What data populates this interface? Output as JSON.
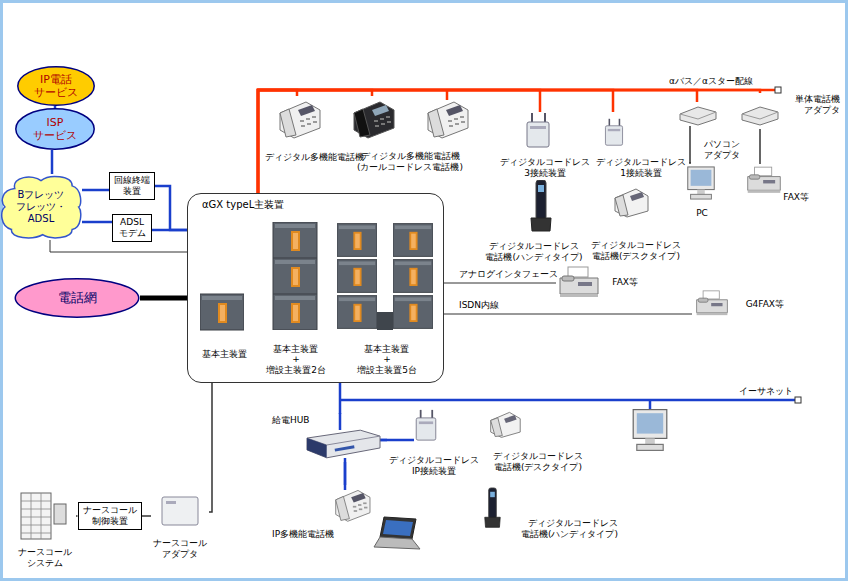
{
  "diagram": {
    "nodes": [
      {
        "text": [
          "IP電話 サービス"
        ]
      },
      {
        "text": [
          "ISP サービス"
        ]
      },
      {
        "text": [
          "Bフレッツ フレッツ・ ADSL"
        ]
      },
      {
        "text": [
          "回線終端 装置"
        ]
      },
      {
        "text": [
          "ADSL モデム"
        ]
      },
      {
        "text": [
          "電話網"
        ]
      },
      {
        "text": [
          "αGX typeL主装置"
        ]
      },
      {
        "text": [
          "基本主装置"
        ],
        "in": 6
      },
      {
        "text": [
          "基本主装置 + 増設主装置2台"
        ],
        "in": 6
      },
      {
        "text": [
          "基本主装置 + 増設主装置5台"
        ],
        "in": 6
      },
      {
        "text": [
          "ディジタル多機能電話機"
        ]
      },
      {
        "text": [
          "ディジタル多機能電話機 (カールコードレス電話機)"
        ]
      },
      {
        "text": [
          "ディジタルコードレス 3接続装置"
        ]
      },
      {
        "text": [
          "ディジタルコードレス 1接続装置"
        ]
      },
      {
        "text": [
          "パソコン アダプタ"
        ]
      },
      {
        "text": [
          "単体電話機 アダプタ"
        ]
      },
      {
        "text": [
          "PC"
        ]
      },
      {
        "text": [
          "FAX等"
        ]
      },
      {
        "text": [
          "ディジタルコードレス 電話機(ハンディタイプ)"
        ]
      },
      {
        "text": [
          "ディジタルコードレス 電話機(デスクタイプ)"
        ]
      },
      {
        "text": [
          "FAX等"
        ]
      },
      {
        "text": [
          "G4FAX等"
        ]
      },
      {
        "text": [
          "給電HUB"
        ]
      },
      {
        "text": [
          "ディジタルコードレス IP接続装置"
        ]
      },
      {
        "text": [
          "ディジタルコードレス 電話機(デスクタイプ)"
        ]
      },
      {
        "text": [
          "ディジタルコードレス 電話機(ハンディタイプ)"
        ]
      },
      {
        "text": [
          "IP多機能電話機"
        ]
      },
      {
        "text": [
          "ナースコール システム"
        ]
      },
      {
        "text": [
          "ナースコール 制御装置"
        ]
      },
      {
        "text": [
          "ナースコール アダプタ"
        ]
      }
    ],
    "edges": [
      {
        "from": 0,
        "to": 1,
        "arrow": "none"
      },
      {
        "from": 1,
        "to": 2,
        "arrow": "none"
      },
      {
        "from": 2,
        "to": 3,
        "arrow": "none"
      },
      {
        "from": 2,
        "to": 4,
        "arrow": "none"
      },
      {
        "from": 2,
        "to": 6,
        "arrow": "none"
      },
      {
        "from": 3,
        "to": 6,
        "arrow": "none"
      },
      {
        "from": 4,
        "to": 6,
        "arrow": "none"
      },
      {
        "from": 5,
        "to": 6,
        "arrow": "none"
      },
      {
        "from": 6,
        "to": 10,
        "arrow": "none"
      },
      {
        "from": 6,
        "to": 11,
        "arrow": "none"
      },
      {
        "from": 6,
        "to": 12,
        "arrow": "none"
      },
      {
        "from": 6,
        "to": 13,
        "arrow": "none"
      },
      {
        "from": 6,
        "to": 14,
        "arrow": "none"
      },
      {
        "from": 6,
        "to": 15,
        "arrow": "none"
      },
      {
        "from": 14,
        "to": 16,
        "arrow": "none"
      },
      {
        "from": 15,
        "to": 17,
        "arrow": "none"
      },
      {
        "from": 6,
        "to": 20,
        "label": "アナログインタフェース",
        "arrow": "none"
      },
      {
        "from": 6,
        "to": 21,
        "label": "ISDN内線",
        "arrow": "none"
      },
      {
        "from": 6,
        "to": 22,
        "arrow": "none"
      },
      {
        "from": 22,
        "to": 23,
        "arrow": "none"
      },
      {
        "from": 22,
        "to": 26,
        "arrow": "none"
      },
      {
        "from": 6,
        "to": 29,
        "arrow": "none"
      },
      {
        "from": 27,
        "to": 28,
        "arrow": "none"
      },
      {
        "from": 28,
        "to": 29,
        "arrow": "none"
      }
    ],
    "labels": [
      "αバス／αスター配線",
      "イーサネット"
    ]
  }
}
